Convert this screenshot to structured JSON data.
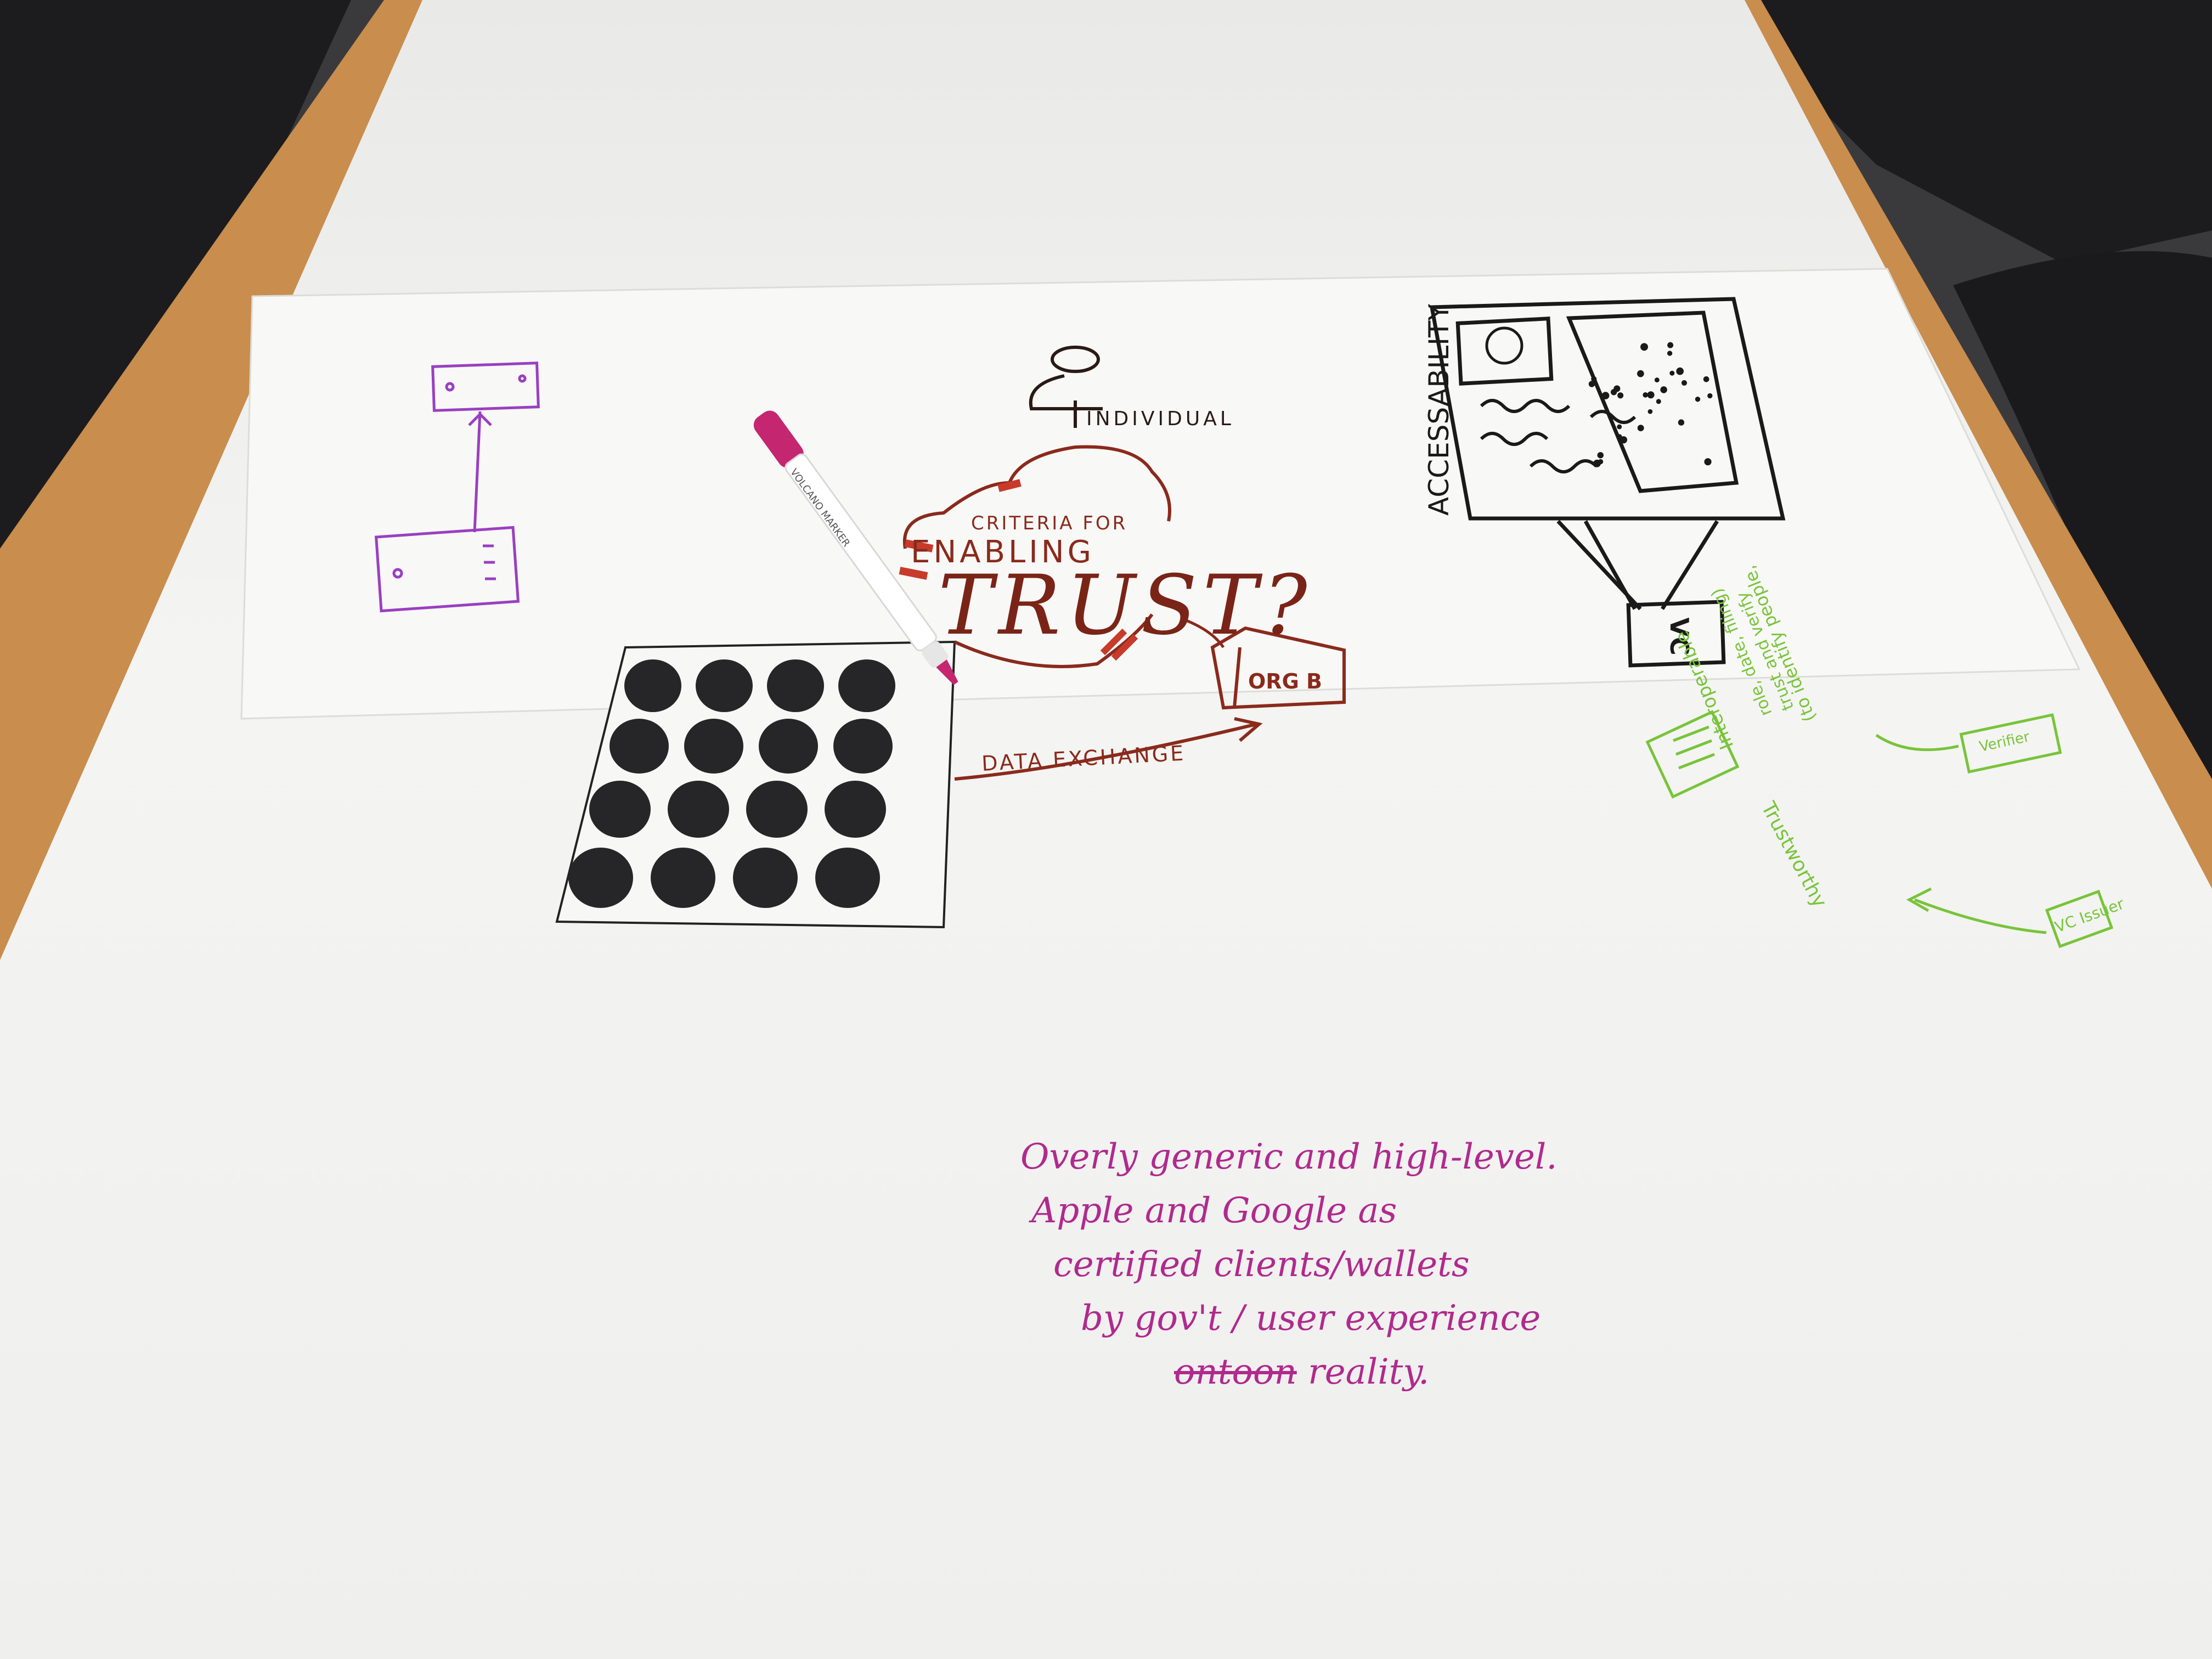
{
  "colors": {
    "floor": "#3a3a3c",
    "table_wood": "#c98d4e",
    "paper": "#f4f4f2",
    "paper_top_sheet": "#f7f7f5",
    "chair": "#1c1c1e",
    "magenta": "#b02a8e",
    "dark_red": "#8a2a1c",
    "black_ink": "#1a1a1a",
    "green": "#78c43a",
    "purple": "#9a3fc2",
    "dot": "#262628"
  },
  "diagram": {
    "individual_label": "INDIVIDUAL",
    "criteria_label": "CRITERIA FOR",
    "enabling_label": "ENABLING",
    "trust_label": "TRUST?",
    "org_label": "ORG B",
    "exchange_label": "DATA EXCHANGE"
  },
  "accessibility_sketch": {
    "label": "ACCESSABILITY",
    "box_label": "VC"
  },
  "green_notes": {
    "lines": [
      "(to identify people,",
      "trust and verify",
      "role, date, filing)",
      "Interoperable"
    ],
    "item_verifier": "Verifier",
    "item_trustworthy": "Trustworthy",
    "item_issuer": "VC Issuer"
  },
  "marker": {
    "label": "VOLCANO MARKER",
    "cap_color": "#c4266f"
  },
  "handwritten_note": {
    "line1": "Overly generic and high-level.",
    "line2": "Apple and Google as",
    "line3": "certified clients/wallets",
    "line4": "by gov't / user experience",
    "struck": "ontoon",
    "line5_tail": " reality."
  }
}
